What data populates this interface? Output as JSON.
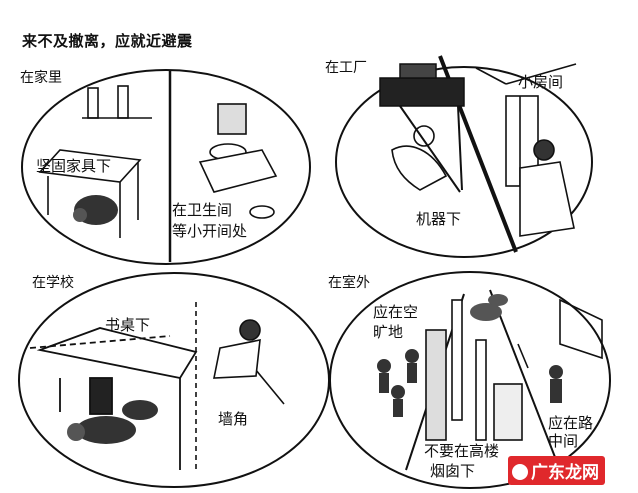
{
  "title": "来不及撤离，应就近避震",
  "panels": {
    "home": {
      "title": "在家里",
      "left_label": "坚固家具下",
      "right_label_line1": "在卫生间",
      "right_label_line2": "等小开间处"
    },
    "factory": {
      "title": "在工厂",
      "left_label": "机器下",
      "right_label": "小房间"
    },
    "school": {
      "title": "在学校",
      "left_label": "书桌下",
      "right_label": "墙角"
    },
    "outdoor": {
      "title": "在室外",
      "left_label_line1": "应在空",
      "left_label_line2": "旷地",
      "mid_label_line1": "不要在高楼",
      "mid_label_line2": "烟囱下",
      "right_label_line1": "应在路",
      "right_label_line2": "中间"
    }
  },
  "watermark": "广东龙网"
}
